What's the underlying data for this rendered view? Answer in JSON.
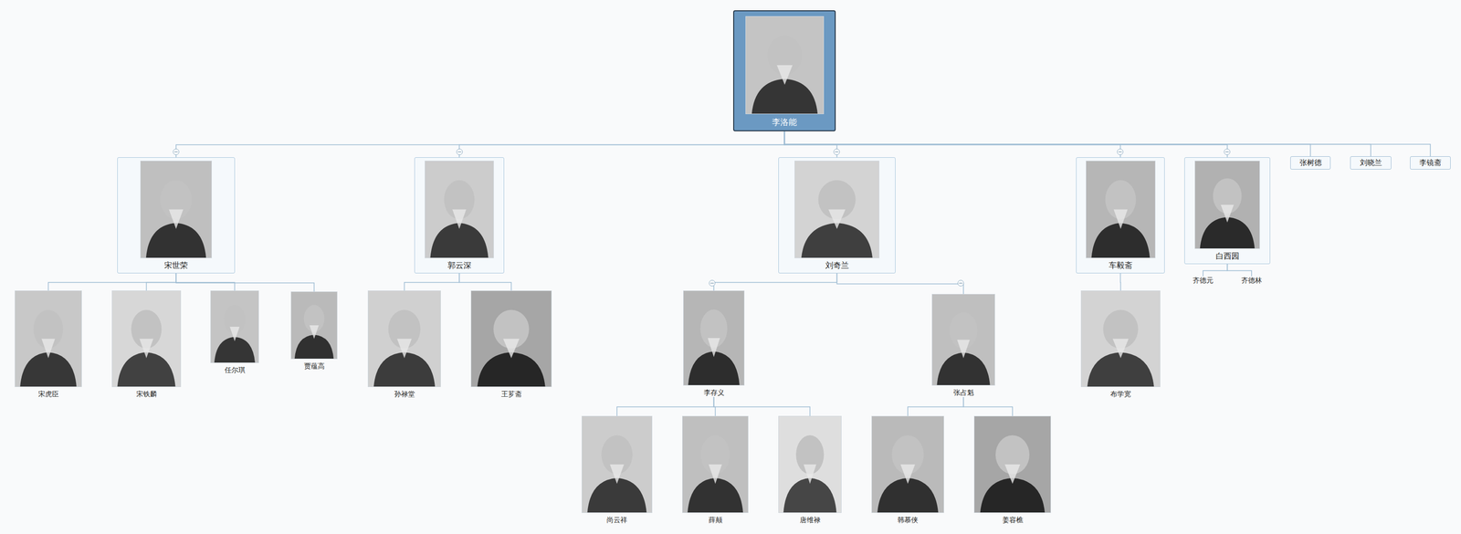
{
  "diagram": {
    "nodes": [
      {
        "text": [
          "李洛能"
        ]
      },
      {
        "text": [
          "宋世荣"
        ]
      },
      {
        "text": [
          "郭云深"
        ]
      },
      {
        "text": [
          "刘奇兰"
        ]
      },
      {
        "text": [
          "车毅斋"
        ]
      },
      {
        "text": [
          "白西园"
        ]
      },
      {
        "text": [
          "张树德"
        ]
      },
      {
        "text": [
          "刘晓兰"
        ]
      },
      {
        "text": [
          "李镜斋"
        ]
      },
      {
        "text": [
          "宋虎臣"
        ]
      },
      {
        "text": [
          "宋铁麟"
        ]
      },
      {
        "text": [
          "任尔琪"
        ]
      },
      {
        "text": [
          "贾蕴高"
        ]
      },
      {
        "text": [
          "孙禄堂"
        ]
      },
      {
        "text": [
          "王芗斋"
        ]
      },
      {
        "text": [
          "李存义"
        ]
      },
      {
        "text": [
          "张占魁"
        ]
      },
      {
        "text": [
          "布学宽"
        ]
      },
      {
        "text": [
          "齐德元"
        ]
      },
      {
        "text": [
          "齐德林"
        ]
      },
      {
        "text": [
          "尚云祥"
        ]
      },
      {
        "text": [
          "薛颠"
        ]
      },
      {
        "text": [
          "唐维禄"
        ]
      },
      {
        "text": [
          "韩慕侠"
        ]
      },
      {
        "text": [
          "姜容樵"
        ]
      }
    ],
    "edges": [
      {
        "from": 0,
        "to": 1,
        "arrow": "none"
      },
      {
        "from": 0,
        "to": 2,
        "arrow": "none"
      },
      {
        "from": 0,
        "to": 3,
        "arrow": "none"
      },
      {
        "from": 0,
        "to": 4,
        "arrow": "none"
      },
      {
        "from": 0,
        "to": 5,
        "arrow": "none"
      },
      {
        "from": 0,
        "to": 6,
        "arrow": "none"
      },
      {
        "from": 0,
        "to": 7,
        "arrow": "none"
      },
      {
        "from": 0,
        "to": 8,
        "arrow": "none"
      },
      {
        "from": 1,
        "to": 9,
        "arrow": "none"
      },
      {
        "from": 1,
        "to": 10,
        "arrow": "none"
      },
      {
        "from": 1,
        "to": 11,
        "arrow": "none"
      },
      {
        "from": 1,
        "to": 12,
        "arrow": "none"
      },
      {
        "from": 2,
        "to": 13,
        "arrow": "none"
      },
      {
        "from": 2,
        "to": 14,
        "arrow": "none"
      },
      {
        "from": 3,
        "to": 15,
        "arrow": "none"
      },
      {
        "from": 3,
        "to": 16,
        "arrow": "none"
      },
      {
        "from": 4,
        "to": 17,
        "arrow": "none"
      },
      {
        "from": 5,
        "to": 18,
        "arrow": "none"
      },
      {
        "from": 5,
        "to": 19,
        "arrow": "none"
      },
      {
        "from": 15,
        "to": 20,
        "arrow": "none"
      },
      {
        "from": 15,
        "to": 21,
        "arrow": "none"
      },
      {
        "from": 15,
        "to": 22,
        "arrow": "none"
      },
      {
        "from": 16,
        "to": 23,
        "arrow": "none"
      },
      {
        "from": 16,
        "to": 24,
        "arrow": "none"
      }
    ]
  }
}
